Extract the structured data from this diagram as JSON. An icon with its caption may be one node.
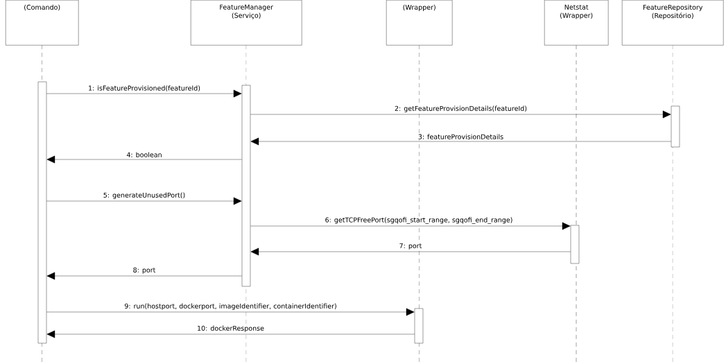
{
  "diagram": {
    "nodes": [
      {
        "text": [
          "(Comando)"
        ]
      },
      {
        "text": [
          "FeatureManager",
          "(Serviço)"
        ]
      },
      {
        "text": [
          "(Wrapper)"
        ]
      },
      {
        "text": [
          "Netstat",
          "(Wrapper)"
        ]
      },
      {
        "text": [
          "FeatureRepository",
          "(Repositório)"
        ]
      },
      {
        "text": [],
        "shape": "bar"
      },
      {
        "text": [],
        "shape": "bar"
      },
      {
        "text": [],
        "shape": "bar"
      },
      {
        "text": [],
        "shape": "bar"
      },
      {
        "text": [],
        "shape": "bar"
      }
    ],
    "edges": [
      {
        "from": 5,
        "to": 6,
        "arrow": "to",
        "label": "1: isFeatureProvisioned(featureId)"
      },
      {
        "from": 6,
        "to": 7,
        "arrow": "to",
        "label": "2: getFeatureProvisionDetails(featureId)"
      },
      {
        "from": 7,
        "to": 6,
        "arrow": "to",
        "label": "3: featureProvisionDetails"
      },
      {
        "from": 6,
        "to": 5,
        "arrow": "to",
        "label": "4: boolean"
      },
      {
        "from": 5,
        "to": 6,
        "arrow": "to",
        "label": "5: generateUnusedPort()"
      },
      {
        "from": 6,
        "to": 8,
        "arrow": "to",
        "label": "6: getTCPFreePort(sgqofi_start_range, sgqofi_end_range)"
      },
      {
        "from": 8,
        "to": 6,
        "arrow": "to",
        "label": "7: port"
      },
      {
        "from": 6,
        "to": 5,
        "arrow": "to",
        "label": "8: port"
      },
      {
        "from": 5,
        "to": 9,
        "arrow": "to",
        "label": "9: run(hostport, dockerport, imageIdentifier, containerIdentifier)"
      },
      {
        "from": 9,
        "to": 5,
        "arrow": "to",
        "label": "10: dockerResponse"
      }
    ]
  }
}
